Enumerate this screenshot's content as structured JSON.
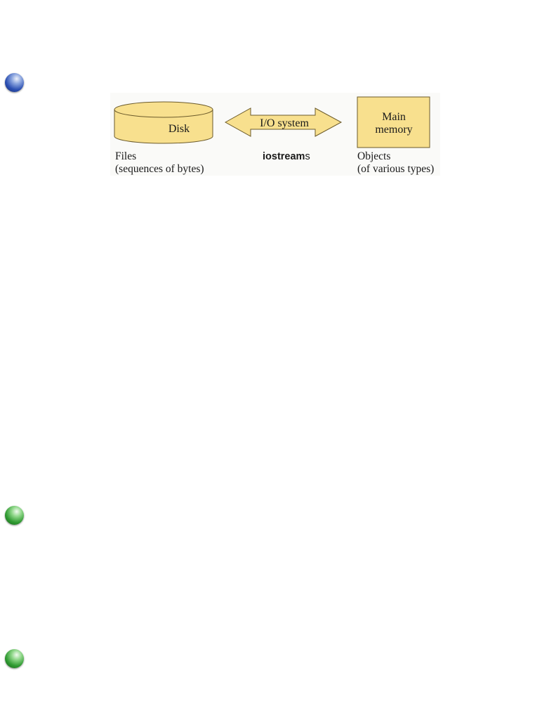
{
  "bullets": [
    {
      "color": "#2b4fb2",
      "icon": "blue-sphere-bullet-icon"
    },
    {
      "color": "#2f9a31",
      "icon": "green-sphere-bullet-icon"
    },
    {
      "color": "#2f9a31",
      "icon": "green-sphere-bullet-icon"
    }
  ],
  "diagram": {
    "fill_color": "#f8e08e",
    "stroke_color": "#6b5a2a",
    "disk": {
      "label": "Disk"
    },
    "io": {
      "label": "I/O system"
    },
    "memory": {
      "line1": "Main",
      "line2": "memory"
    },
    "captions": {
      "files_line1": "Files",
      "files_line2": "(sequences of bytes)",
      "iostream_bold": "iostream",
      "iostream_suffix": "s",
      "objects_line1": "Objects",
      "objects_line2": "(of various types)"
    }
  }
}
